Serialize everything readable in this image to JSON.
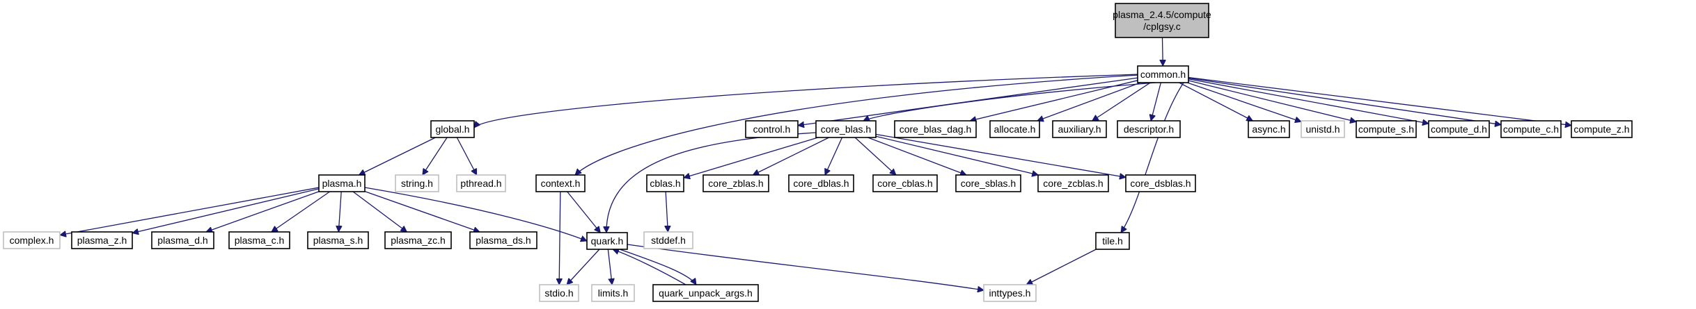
{
  "graph": {
    "nodes": [
      {
        "id": "root",
        "lines": [
          "plasma_2.4.5/compute",
          "/cplgsy.c"
        ],
        "style": "root"
      },
      {
        "id": "common_h",
        "lines": [
          "common.h"
        ],
        "style": "normal"
      },
      {
        "id": "global_h",
        "lines": [
          "global.h"
        ],
        "style": "normal"
      },
      {
        "id": "control_h",
        "lines": [
          "control.h"
        ],
        "style": "normal"
      },
      {
        "id": "core_blas_h",
        "lines": [
          "core_blas.h"
        ],
        "style": "normal"
      },
      {
        "id": "core_blas_dag_h",
        "lines": [
          "core_blas_dag.h"
        ],
        "style": "normal"
      },
      {
        "id": "allocate_h",
        "lines": [
          "allocate.h"
        ],
        "style": "normal"
      },
      {
        "id": "auxiliary_h",
        "lines": [
          "auxiliary.h"
        ],
        "style": "normal"
      },
      {
        "id": "descriptor_h",
        "lines": [
          "descriptor.h"
        ],
        "style": "normal"
      },
      {
        "id": "async_h",
        "lines": [
          "async.h"
        ],
        "style": "normal"
      },
      {
        "id": "unistd_h",
        "lines": [
          "unistd.h"
        ],
        "style": "external"
      },
      {
        "id": "compute_s_h",
        "lines": [
          "compute_s.h"
        ],
        "style": "normal"
      },
      {
        "id": "compute_d_h",
        "lines": [
          "compute_d.h"
        ],
        "style": "normal"
      },
      {
        "id": "compute_c_h",
        "lines": [
          "compute_c.h"
        ],
        "style": "normal"
      },
      {
        "id": "compute_z_h",
        "lines": [
          "compute_z.h"
        ],
        "style": "normal"
      },
      {
        "id": "plasma_h",
        "lines": [
          "plasma.h"
        ],
        "style": "normal"
      },
      {
        "id": "string_h",
        "lines": [
          "string.h"
        ],
        "style": "external"
      },
      {
        "id": "pthread_h",
        "lines": [
          "pthread.h"
        ],
        "style": "external"
      },
      {
        "id": "context_h",
        "lines": [
          "context.h"
        ],
        "style": "normal"
      },
      {
        "id": "cblas_h",
        "lines": [
          "cblas.h"
        ],
        "style": "normal"
      },
      {
        "id": "core_zblas_h",
        "lines": [
          "core_zblas.h"
        ],
        "style": "normal"
      },
      {
        "id": "core_dblas_h",
        "lines": [
          "core_dblas.h"
        ],
        "style": "normal"
      },
      {
        "id": "core_cblas_h",
        "lines": [
          "core_cblas.h"
        ],
        "style": "normal"
      },
      {
        "id": "core_sblas_h",
        "lines": [
          "core_sblas.h"
        ],
        "style": "normal"
      },
      {
        "id": "core_zcblas_h",
        "lines": [
          "core_zcblas.h"
        ],
        "style": "normal"
      },
      {
        "id": "core_dsblas_h",
        "lines": [
          "core_dsblas.h"
        ],
        "style": "normal"
      },
      {
        "id": "tile_h",
        "lines": [
          "tile.h"
        ],
        "style": "normal"
      },
      {
        "id": "complex_h",
        "lines": [
          "complex.h"
        ],
        "style": "external"
      },
      {
        "id": "plasma_z_h",
        "lines": [
          "plasma_z.h"
        ],
        "style": "normal"
      },
      {
        "id": "plasma_d_h",
        "lines": [
          "plasma_d.h"
        ],
        "style": "normal"
      },
      {
        "id": "plasma_c_h",
        "lines": [
          "plasma_c.h"
        ],
        "style": "normal"
      },
      {
        "id": "plasma_s_h",
        "lines": [
          "plasma_s.h"
        ],
        "style": "normal"
      },
      {
        "id": "plasma_zc_h",
        "lines": [
          "plasma_zc.h"
        ],
        "style": "normal"
      },
      {
        "id": "plasma_ds_h",
        "lines": [
          "plasma_ds.h"
        ],
        "style": "normal"
      },
      {
        "id": "quark_h",
        "lines": [
          "quark.h"
        ],
        "style": "normal"
      },
      {
        "id": "stddef_h",
        "lines": [
          "stddef.h"
        ],
        "style": "external"
      },
      {
        "id": "stdio_h",
        "lines": [
          "stdio.h"
        ],
        "style": "external"
      },
      {
        "id": "limits_h",
        "lines": [
          "limits.h"
        ],
        "style": "external"
      },
      {
        "id": "quark_unpack_args_h",
        "lines": [
          "quark_unpack_args.h"
        ],
        "style": "normal"
      },
      {
        "id": "inttypes_h",
        "lines": [
          "inttypes.h"
        ],
        "style": "external"
      }
    ],
    "edges": [
      [
        "root",
        "common_h"
      ],
      [
        "common_h",
        "global_h"
      ],
      [
        "common_h",
        "control_h"
      ],
      [
        "common_h",
        "core_blas_h"
      ],
      [
        "common_h",
        "core_blas_dag_h"
      ],
      [
        "common_h",
        "allocate_h"
      ],
      [
        "common_h",
        "auxiliary_h"
      ],
      [
        "common_h",
        "descriptor_h"
      ],
      [
        "common_h",
        "async_h"
      ],
      [
        "common_h",
        "unistd_h"
      ],
      [
        "common_h",
        "compute_s_h"
      ],
      [
        "common_h",
        "compute_d_h"
      ],
      [
        "common_h",
        "compute_c_h"
      ],
      [
        "common_h",
        "compute_z_h"
      ],
      [
        "common_h",
        "context_h"
      ],
      [
        "common_h",
        "tile_h"
      ],
      [
        "global_h",
        "plasma_h"
      ],
      [
        "global_h",
        "string_h"
      ],
      [
        "global_h",
        "pthread_h"
      ],
      [
        "plasma_h",
        "complex_h"
      ],
      [
        "plasma_h",
        "plasma_z_h"
      ],
      [
        "plasma_h",
        "plasma_d_h"
      ],
      [
        "plasma_h",
        "plasma_c_h"
      ],
      [
        "plasma_h",
        "plasma_s_h"
      ],
      [
        "plasma_h",
        "plasma_zc_h"
      ],
      [
        "plasma_h",
        "plasma_ds_h"
      ],
      [
        "plasma_h",
        "quark_h"
      ],
      [
        "core_blas_h",
        "cblas_h"
      ],
      [
        "core_blas_h",
        "core_zblas_h"
      ],
      [
        "core_blas_h",
        "core_dblas_h"
      ],
      [
        "core_blas_h",
        "core_cblas_h"
      ],
      [
        "core_blas_h",
        "core_sblas_h"
      ],
      [
        "core_blas_h",
        "core_zcblas_h"
      ],
      [
        "core_blas_h",
        "core_dsblas_h"
      ],
      [
        "core_blas_h",
        "quark_h"
      ],
      [
        "cblas_h",
        "stddef_h"
      ],
      [
        "context_h",
        "quark_h"
      ],
      [
        "context_h",
        "stdio_h"
      ],
      [
        "quark_h",
        "stdio_h"
      ],
      [
        "quark_h",
        "limits_h"
      ],
      [
        "quark_h",
        "quark_unpack_args_h"
      ],
      [
        "quark_h",
        "inttypes_h"
      ],
      [
        "quark_unpack_args_h",
        "quark_h"
      ],
      [
        "tile_h",
        "inttypes_h"
      ]
    ]
  },
  "colors": {
    "edge": "#191970",
    "root_fill": "#bfbfbf",
    "external_border": "#bfbfbf",
    "node_border": "#000000"
  }
}
